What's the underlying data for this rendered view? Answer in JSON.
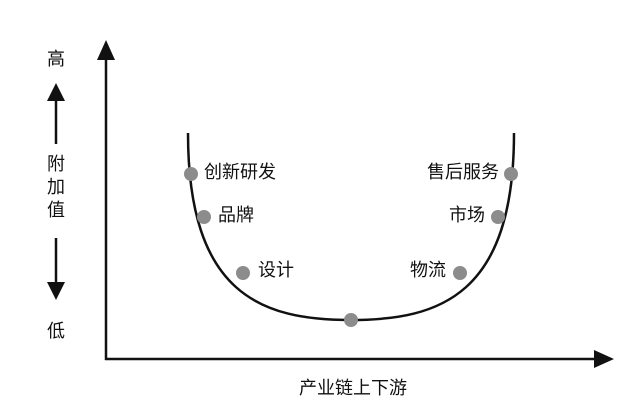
{
  "colors": {
    "ink": "#111111",
    "dot": "#8c8c8c",
    "background": "#ffffff"
  },
  "y_axis": {
    "high_label": "高",
    "low_label": "低",
    "value_label_chars": [
      "附",
      "加",
      "值"
    ]
  },
  "x_axis": {
    "label": "产业链上下游"
  },
  "curve_points": [
    {
      "label": "创新研发"
    },
    {
      "label": "品牌"
    },
    {
      "label": "设计"
    },
    {
      "label": ""
    },
    {
      "label": "物流"
    },
    {
      "label": "市场"
    },
    {
      "label": "售后服务"
    }
  ]
}
